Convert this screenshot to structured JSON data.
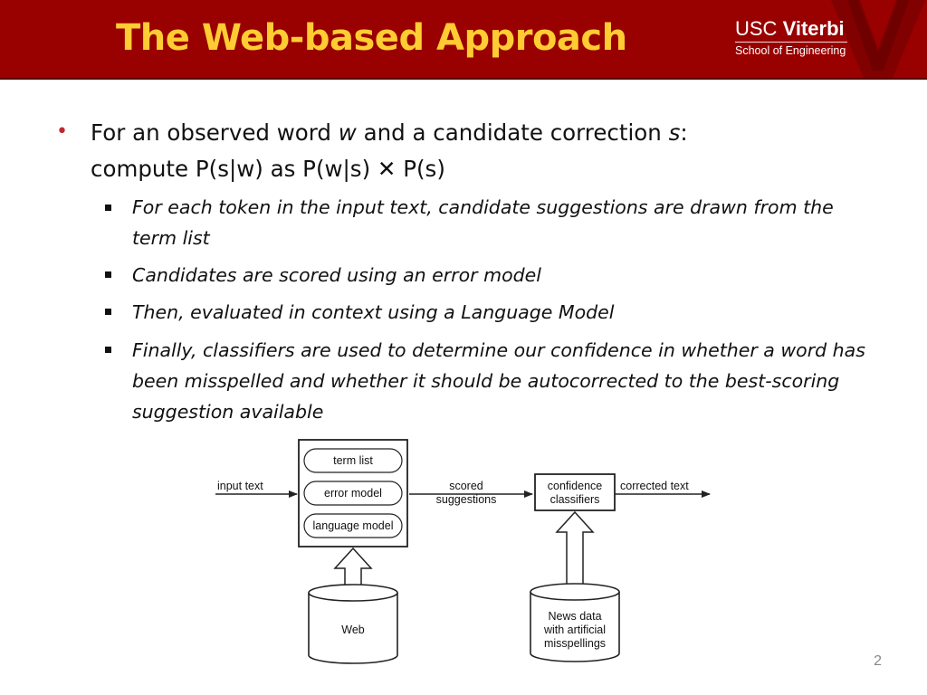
{
  "header": {
    "title": "The Web-based Approach",
    "logo": {
      "usc": "USC",
      "viterbi": "Viterbi",
      "school": "School of Engineering"
    }
  },
  "colors": {
    "header_bg": "#990000",
    "title": "#ffcc33",
    "bullet": "#c0282e"
  },
  "main_bullet": {
    "line1_a": "For an observed word ",
    "line1_w": "w",
    "line1_b": " and a candidate correction ",
    "line1_s": "s",
    "line1_c": ":",
    "line2": "compute P(s|w) as P(w|s) ✕ P(s)"
  },
  "sub_bullets": [
    "For each token in the input text, candidate suggestions are drawn from the term list",
    "Candidates are scored using an error model",
    "Then, evaluated in context using a Language Model",
    "Finally, classifiers are used to determine our confidence in whether a word has been misspelled and whether it should be autocorrected to the best-scoring suggestion available"
  ],
  "diagram": {
    "input_label": "input text",
    "pills": [
      "term list",
      "error model",
      "language model"
    ],
    "scored_line1": "scored",
    "scored_line2": "suggestions",
    "confidence_line1": "confidence",
    "confidence_line2": "classifiers",
    "output_label": "corrected text",
    "web_label": "Web",
    "news_lines": [
      "News data",
      "with artificial",
      "misspellings"
    ]
  },
  "page_number": "2"
}
